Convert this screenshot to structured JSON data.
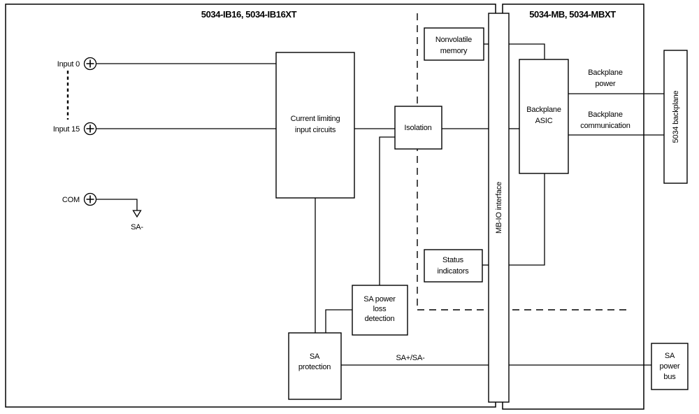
{
  "diagram": {
    "left_section": {
      "title": "5034-IB16, 5034-IB16XT"
    },
    "right_section": {
      "title": "5034-MB, 5034-MBXT"
    },
    "terminals": {
      "input0": "Input 0",
      "input15": "Input 15",
      "com": "COM"
    },
    "ground_label": "SA-",
    "boxes": {
      "current_limiting": {
        "lines": [
          "Current limiting",
          "input circuits"
        ]
      },
      "isolation": {
        "lines": [
          "Isolation"
        ]
      },
      "nonvolatile_memory": {
        "lines": [
          "Nonvolatile",
          "memory"
        ]
      },
      "mb_io_interface": {
        "label": "MB-IO interface"
      },
      "backplane_asic": {
        "lines": [
          "Backplane",
          "ASIC"
        ]
      },
      "status_indicators": {
        "lines": [
          "Status",
          "indicators"
        ]
      },
      "sa_power_loss_detection": {
        "lines": [
          "SA power",
          "loss",
          "detection"
        ]
      },
      "sa_protection": {
        "lines": [
          "SA",
          "protection"
        ]
      },
      "sa_power_bus": {
        "lines": [
          "SA",
          "power",
          "bus"
        ]
      },
      "backplane_5034": {
        "label": "5034 backplane"
      }
    },
    "wire_labels": {
      "backplane_power": {
        "lines": [
          "Backplane",
          "power"
        ]
      },
      "backplane_communication": {
        "lines": [
          "Backplane",
          "communication"
        ]
      },
      "sa_bus": "SA+/SA-"
    },
    "colors": {
      "line": "#000000",
      "background": "#ffffff"
    }
  }
}
